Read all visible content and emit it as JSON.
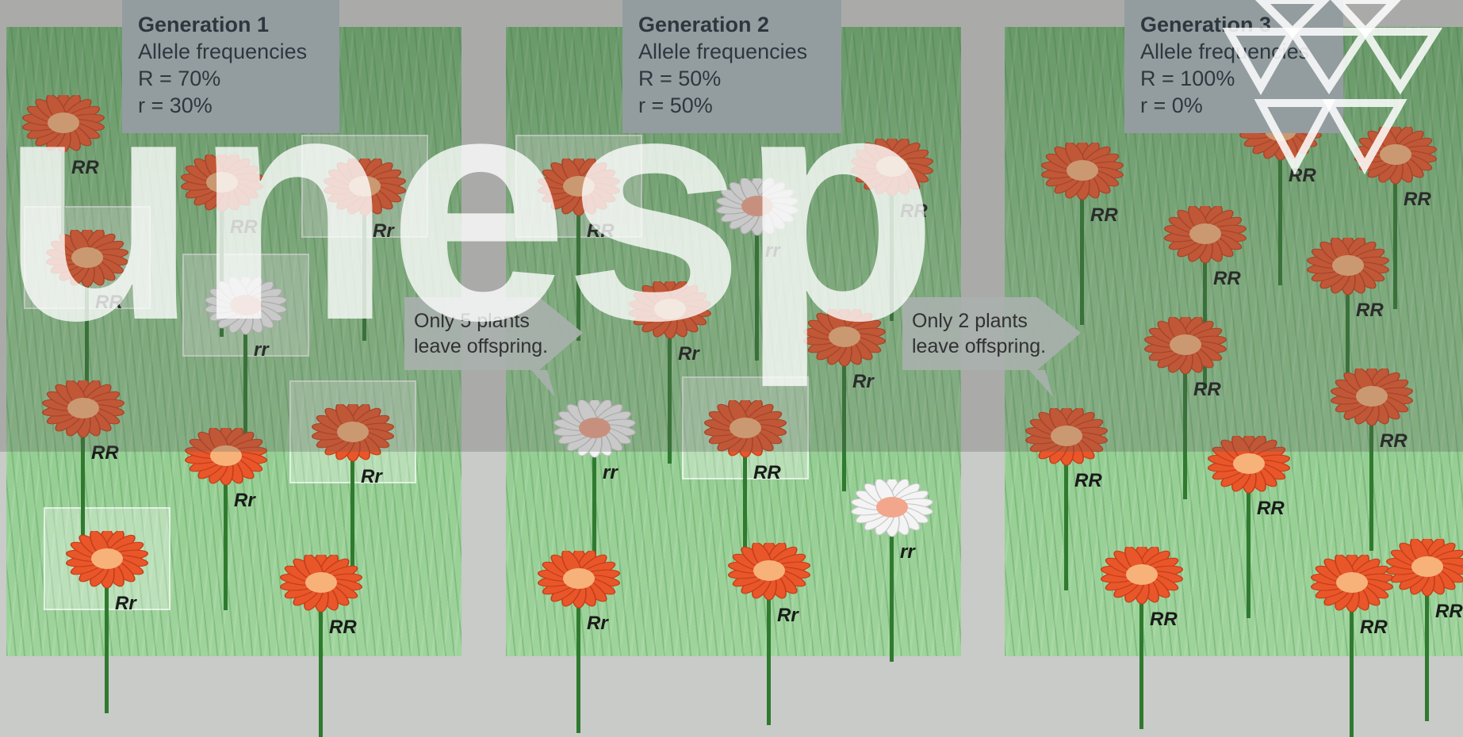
{
  "generations": [
    {
      "title": "Generation 1",
      "subtitle": "Allele frequencies",
      "r_dom": "R = 70%",
      "r_rec": "r = 30%"
    },
    {
      "title": "Generation 2",
      "subtitle": "Allele frequencies",
      "r_dom": "R = 50%",
      "r_rec": "r = 50%"
    },
    {
      "title": "Generation 3",
      "subtitle": "Allele frequencies",
      "r_dom": "R = 100%",
      "r_rec": "r = 0%"
    }
  ],
  "arrows": [
    {
      "label": "Only 5 plants leave offspring."
    },
    {
      "label": "Only 2 plants leave offspring."
    }
  ],
  "watermark": {
    "text": "unesp"
  },
  "colors": {
    "orange_petal": "#e8562a",
    "white_petal": "#f4f4f4",
    "grass": "#7fbf7c",
    "info_box": "#aab7bc"
  },
  "flowers": {
    "gen1": [
      "RR",
      "RR",
      "Rr",
      "RR",
      "rr",
      "RR",
      "Rr",
      "Rr",
      "Rr",
      "RR"
    ],
    "gen2": [
      "RR",
      "rr",
      "RR",
      "Rr",
      "Rr",
      "rr",
      "RR",
      "rr",
      "Rr",
      "Rr"
    ],
    "gen3": [
      "RR",
      "RR",
      "RR",
      "RR",
      "RR",
      "RR",
      "RR",
      "RR",
      "RR",
      "RR",
      "RR",
      "RR"
    ]
  }
}
